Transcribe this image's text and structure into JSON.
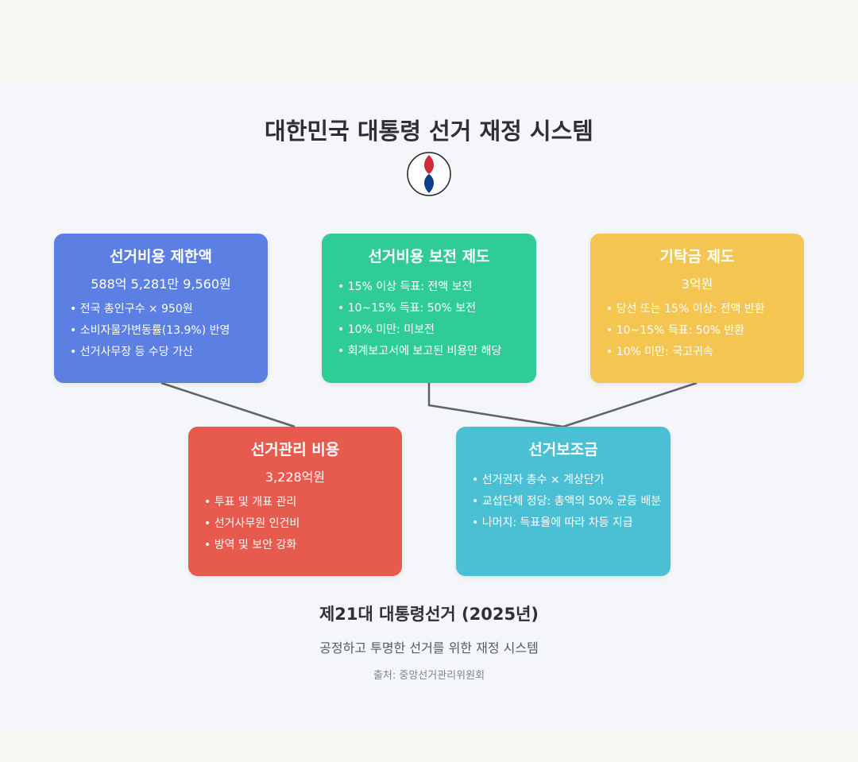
{
  "title": "대한민국 대통령 선거 재정 시스템",
  "emblem": {
    "icon": "taegeuk-emblem-icon",
    "colors": {
      "red": "#cd2e3a",
      "blue": "#0f3f8c"
    }
  },
  "boxes": {
    "limit": {
      "title": "선거비용 제한액",
      "amount": "588억 5,281만 9,560원",
      "items": [
        "전국 총인구수 × 950원",
        "소비자물가변동률(13.9%) 반영",
        "선거사무장 등 수당 가산"
      ],
      "color": "#5b7fe2"
    },
    "reimbursement": {
      "title": "선거비용 보전 제도",
      "items": [
        "15% 이상 득표: 전액 보전",
        "10~15% 득표: 50% 보전",
        "10% 미만: 미보전",
        "회계보고서에 보고된 비용만 해당"
      ],
      "color": "#30cc96"
    },
    "deposit": {
      "title": "기탁금 제도",
      "amount": "3억원",
      "items": [
        "당선 또는 15% 이상: 전액 반환",
        "10~15% 득표: 50% 반환",
        "10% 미만: 국고귀속"
      ],
      "color": "#f4c550"
    },
    "administration": {
      "title": "선거관리 비용",
      "amount": "3,228억원",
      "items": [
        "투표 및 개표 관리",
        "선거사무원 인건비",
        "방역 및 보안 강화"
      ],
      "color": "#e75a4e"
    },
    "subsidy": {
      "title": "선거보조금",
      "items": [
        "선거권자 총수 × 계상단가",
        "교섭단체 정당: 총액의 50% 균등 배분",
        "나머지: 득표율에 따라 차등 지급"
      ],
      "color": "#4bbfd3"
    }
  },
  "footer": {
    "title": "제21대 대통령선거 (2025년)",
    "subtitle": "공정하고 투명한 선거를 위한 재정 시스템",
    "source": "출처: 중앙선거관리위원회"
  }
}
